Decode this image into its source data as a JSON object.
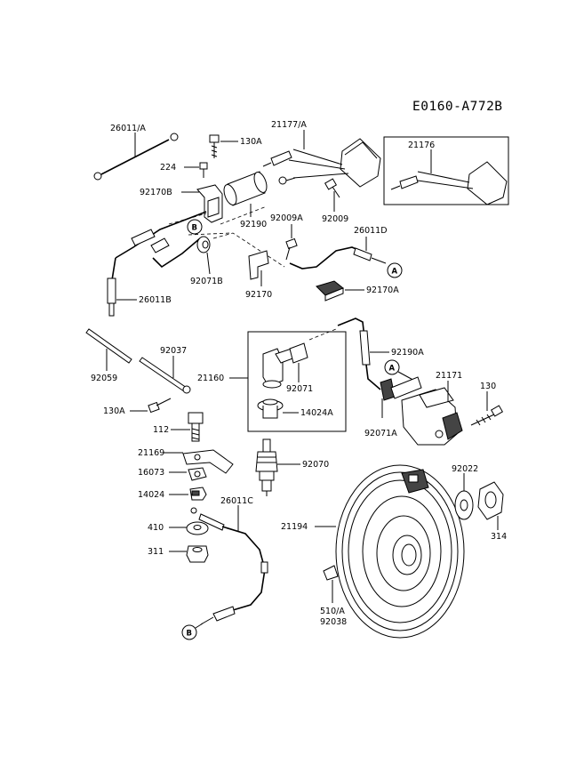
{
  "title": "E0160-A772B",
  "labels": {
    "p26011A": "26011/A",
    "p130A_top": "130A",
    "p21177A": "21177/A",
    "p21176": "21176",
    "p224": "224",
    "p92170B": "92170B",
    "p92190": "92190",
    "p92009A": "92009A",
    "p92009": "92009",
    "p26011D": "26011D",
    "p92071B": "92071B",
    "p92170": "92170",
    "p92170A": "92170A",
    "p26011B": "26011B",
    "p92190A": "92190A",
    "p92059": "92059",
    "p92037": "92037",
    "p21160": "21160",
    "p92071": "92071",
    "p14024A": "14024A",
    "p21171": "21171",
    "p130": "130",
    "p130A_low": "130A",
    "p92071A": "92071A",
    "p112": "112",
    "p21169": "21169",
    "p16073": "16073",
    "p92070": "92070",
    "p14024": "14024",
    "p26011C": "26011C",
    "p92022": "92022",
    "p410": "410",
    "p21194": "21194",
    "p314": "314",
    "p311": "311",
    "p510A": "510/A",
    "p92038": "92038"
  },
  "refs": {
    "A": "A",
    "B": "B"
  }
}
